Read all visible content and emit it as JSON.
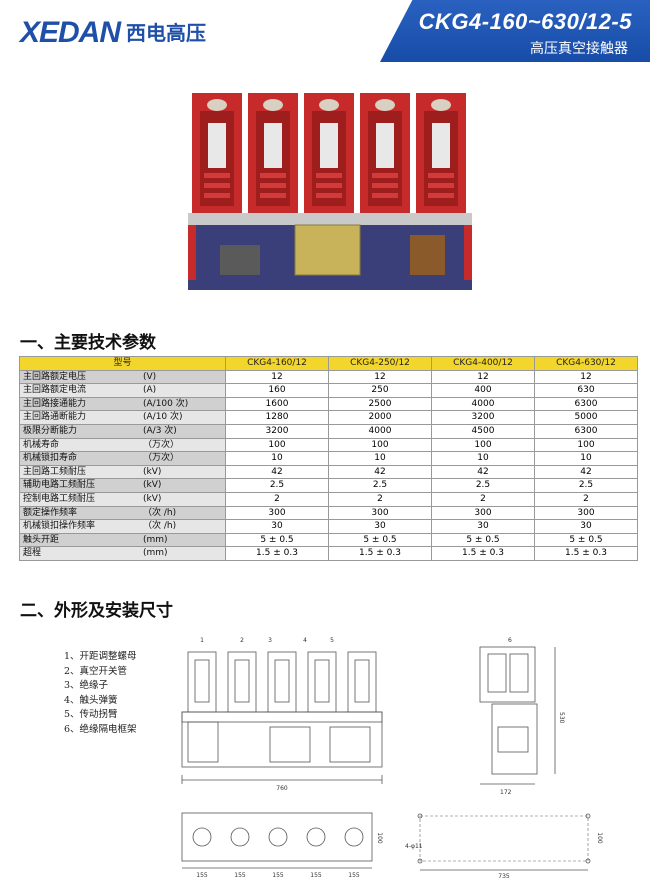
{
  "header": {
    "logo_text": "XEDAN",
    "logo_cn": "西电高压",
    "model": "CKG4-160~630/12-5",
    "subtitle": "高压真空接触器"
  },
  "colors": {
    "brand_blue": "#1f4fa8",
    "table_header": "#f3d62c",
    "product_red": "#c62a2a"
  },
  "sections": {
    "params_title": "一、主要技术参数",
    "dims_title": "二、外形及安装尺寸"
  },
  "table": {
    "headers": [
      "型号",
      "CKG4-160/12",
      "CKG4-250/12",
      "CKG4-400/12",
      "CKG4-630/12"
    ],
    "rows": [
      {
        "name": "主回路额定电压",
        "unit": "(V)",
        "values": [
          "12",
          "12",
          "12",
          "12"
        ]
      },
      {
        "name": "主回路额定电流",
        "unit": "(A)",
        "values": [
          "160",
          "250",
          "400",
          "630"
        ]
      },
      {
        "name": "主回路接通能力",
        "unit": "(A/100 次)",
        "values": [
          "1600",
          "2500",
          "4000",
          "6300"
        ]
      },
      {
        "name": "主回路通断能力",
        "unit": "(A/10 次)",
        "values": [
          "1280",
          "2000",
          "3200",
          "5000"
        ]
      },
      {
        "name": "极限分断能力",
        "unit": "(A/3 次)",
        "values": [
          "3200",
          "4000",
          "4500",
          "6300"
        ]
      },
      {
        "name": "机械寿命",
        "unit": "（万次）",
        "values": [
          "100",
          "100",
          "100",
          "100"
        ]
      },
      {
        "name": "机械锁扣寿命",
        "unit": "（万次）",
        "values": [
          "10",
          "10",
          "10",
          "10"
        ]
      },
      {
        "name": "主回路工频耐压",
        "unit": "(kV)",
        "values": [
          "42",
          "42",
          "42",
          "42"
        ]
      },
      {
        "name": "辅助电路工频耐压",
        "unit": "(kV)",
        "values": [
          "2.5",
          "2.5",
          "2.5",
          "2.5"
        ]
      },
      {
        "name": "控制电路工频耐压",
        "unit": "(kV)",
        "values": [
          "2",
          "2",
          "2",
          "2"
        ]
      },
      {
        "name": "额定操作频率",
        "unit": "（次 /h)",
        "values": [
          "300",
          "300",
          "300",
          "300"
        ]
      },
      {
        "name": "机械锁扣操作频率",
        "unit": "（次 /h)",
        "values": [
          "30",
          "30",
          "30",
          "30"
        ]
      },
      {
        "name": "触头开距",
        "unit": "(mm)",
        "values": [
          "5 ± 0.5",
          "5 ± 0.5",
          "5 ± 0.5",
          "5 ± 0.5"
        ]
      },
      {
        "name": "超程",
        "unit": "(mm)",
        "values": [
          "1.5 ± 0.3",
          "1.5 ± 0.3",
          "1.5 ± 0.3",
          "1.5 ± 0.3"
        ]
      }
    ]
  },
  "legend": [
    "1、开距调整螺母",
    "2、真空开关管",
    "3、绝缘子",
    "4、触头弹簧",
    "5、传动拐臂",
    "6、绝缘隔电框架"
  ],
  "drawing": {
    "front_callouts": [
      "1",
      "2",
      "3",
      "4",
      "5"
    ],
    "side_callout": "6",
    "front_width": "760",
    "side_height": "530",
    "side_width": "172",
    "plan_height": "100",
    "plan_pitch": [
      "155",
      "155",
      "155",
      "155",
      "155"
    ],
    "mount_hole": "4-φ11",
    "mount_width": "735",
    "mount_height": "100"
  }
}
